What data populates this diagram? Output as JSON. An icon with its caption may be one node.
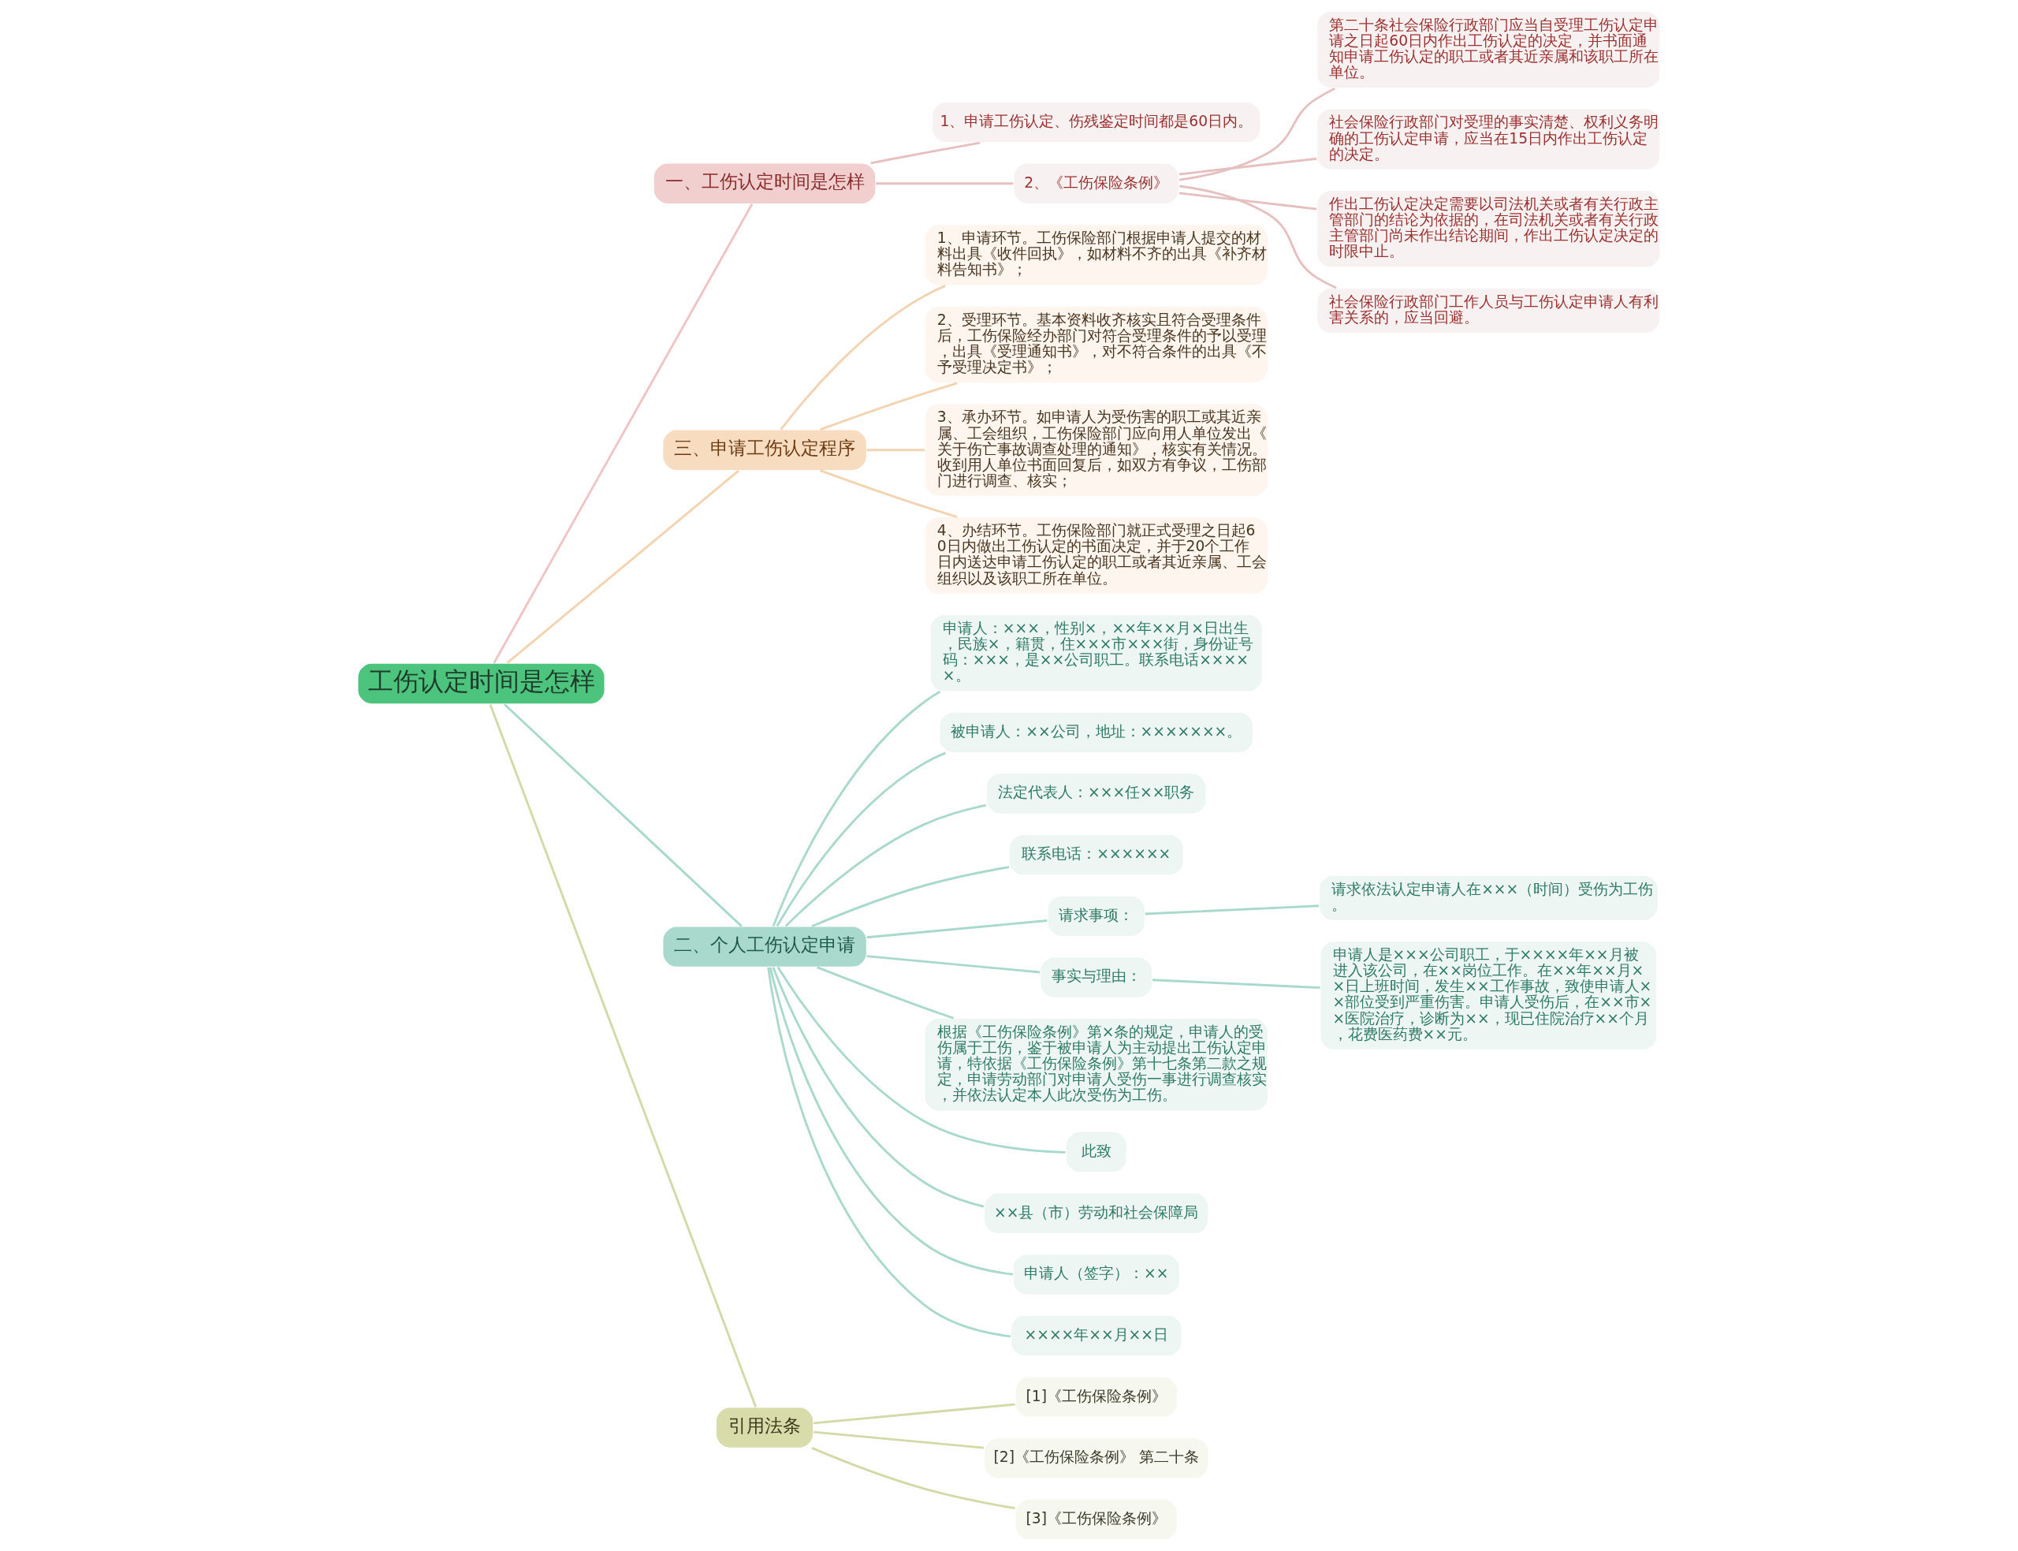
{
  "diagram": {
    "nodes": [
      {
        "text": [
          "工伤认定时间是怎样"
        ]
      },
      {
        "text": [
          "一、工伤认定时间是怎样"
        ]
      },
      {
        "text": [
          "1、申请工伤认定、伤残鉴定时间都是60日内。"
        ]
      },
      {
        "text": [
          "2、《工伤保险条例》"
        ]
      },
      {
        "text": [
          "第二十条社会保险行政部门应当自受理工伤认定申请之日起60日内作出工伤认定的决定，并书面通知申请工伤认定的职工或者其近亲属和该职工所在单位。"
        ]
      },
      {
        "text": [
          "社会保险行政部门对受理的事实清楚、权利义务明确的工伤认定申请，应当在15日内作出工伤认定的决定。"
        ]
      },
      {
        "text": [
          "作出工伤认定决定需要以司法机关或者有关行政主管部门的结论为依据的，在司法机关或者有关行政主管部门尚未作出结论期间，作出工伤认定决定的时限中止。"
        ]
      },
      {
        "text": [
          "社会保险行政部门工作人员与工伤认定申请人有利害关系的，应当回避。"
        ]
      },
      {
        "text": [
          "三、申请工伤认定程序"
        ]
      },
      {
        "text": [
          "1、申请环节。工伤保险部门根据申请人提交的材料出具《收件回执》，如材料不齐的出具《补齐材料告知书》；"
        ]
      },
      {
        "text": [
          "2、受理环节。基本资料收齐核实且符合受理条件后，工伤保险经办部门对符合受理条件的予以受理，出具《受理通知书》，对不符合条件的出具《不予受理决定书》；"
        ]
      },
      {
        "text": [
          "3、承办环节。如申请人为受伤害的职工或其近亲属、工会组织，工伤保险部门应向用人单位发出《关于伤亡事故调查处理的通知》，核实有关情况。收到用人单位书面回复后，如双方有争议，工伤部门进行调查、核实；"
        ]
      },
      {
        "text": [
          "4、办结环节。工伤保险部门就正式受理之日起60日内做出工伤认定的书面决定，并于20个工作日内送达申请工伤认定的职工或者其近亲属、工会组织以及该职工所在单位。"
        ]
      },
      {
        "text": [
          "二、个人工伤认定申请"
        ]
      },
      {
        "text": [
          "申请人：×××，性别×，××年××月×日出生，民族×，籍贯，住×××市×××街，身份证号码：×××，是××公司职工。联系电话×××××。"
        ]
      },
      {
        "text": [
          "被申请人：××公司，地址：×××××××。"
        ]
      },
      {
        "text": [
          "法定代表人：×××任××职务"
        ]
      },
      {
        "text": [
          "联系电话：××××××"
        ]
      },
      {
        "text": [
          "请求事项："
        ]
      },
      {
        "text": [
          "请求依法认定申请人在×××（时间）受伤为工伤。"
        ]
      },
      {
        "text": [
          "事实与理由："
        ]
      },
      {
        "text": [
          "申请人是×××公司职工，于××××年××月被进入该公司，在××岗位工作。在××年××月××日上班时间，发生××工作事故，致使申请人××部位受到严重伤害。申请人受伤后，在××市××医院治疗，诊断为××，现已住院治疗××个月，花费医药费××元。"
        ]
      },
      {
        "text": [
          "根据《工伤保险条例》第×条的规定，申请人的受伤属于工伤，鉴于被申请人为主动提出工伤认定申请，特依据《工伤保险条例》第十七条第二款之规定，申请劳动部门对申请人受伤一事进行调查核实，并依法认定本人此次受伤为工伤。"
        ]
      },
      {
        "text": [
          "此致"
        ]
      },
      {
        "text": [
          "××县（市）劳动和社会保障局"
        ]
      },
      {
        "text": [
          "申请人（签字）：××"
        ]
      },
      {
        "text": [
          "××××年××月××日"
        ]
      },
      {
        "text": [
          "引用法条"
        ]
      },
      {
        "text": [
          "[1]《工伤保险条例》"
        ]
      },
      {
        "text": [
          "[2]《工伤保险条例》 第二十条"
        ]
      },
      {
        "text": [
          "[3]《工伤保险条例》"
        ]
      }
    ],
    "edges": [
      {
        "from": 0,
        "to": 1,
        "arrow": "none",
        "color": "#f0c4c4"
      },
      {
        "from": 1,
        "to": 2,
        "arrow": "none",
        "color": "#e6c0c0"
      },
      {
        "from": 1,
        "to": 3,
        "arrow": "none",
        "color": "#e6c0c0"
      },
      {
        "from": 3,
        "to": 4,
        "arrow": "none",
        "color": "#e6c0c0"
      },
      {
        "from": 3,
        "to": 5,
        "arrow": "none",
        "color": "#e6c0c0"
      },
      {
        "from": 3,
        "to": 6,
        "arrow": "none",
        "color": "#e6c0c0"
      },
      {
        "from": 3,
        "to": 7,
        "arrow": "none",
        "color": "#e6c0c0"
      },
      {
        "from": 0,
        "to": 8,
        "arrow": "none",
        "color": "#f3d3b0"
      },
      {
        "from": 8,
        "to": 9,
        "arrow": "none",
        "color": "#f3d3b0"
      },
      {
        "from": 8,
        "to": 10,
        "arrow": "none",
        "color": "#f3d3b0"
      },
      {
        "from": 8,
        "to": 11,
        "arrow": "none",
        "color": "#f3d3b0"
      },
      {
        "from": 8,
        "to": 12,
        "arrow": "none",
        "color": "#f3d3b0"
      },
      {
        "from": 0,
        "to": 13,
        "arrow": "none"
      },
      {
        "from": 13,
        "to": 14,
        "arrow": "none"
      },
      {
        "from": 13,
        "to": 15,
        "arrow": "none"
      },
      {
        "from": 13,
        "to": 16,
        "arrow": "none"
      },
      {
        "from": 13,
        "to": 17,
        "arrow": "none"
      },
      {
        "from": 13,
        "to": 18,
        "arrow": "none"
      },
      {
        "from": 18,
        "to": 19,
        "arrow": "none"
      },
      {
        "from": 13,
        "to": 20,
        "arrow": "none"
      },
      {
        "from": 20,
        "to": 21,
        "arrow": "none"
      },
      {
        "from": 13,
        "to": 22,
        "arrow": "none"
      },
      {
        "from": 13,
        "to": 23,
        "arrow": "none"
      },
      {
        "from": 13,
        "to": 24,
        "arrow": "none"
      },
      {
        "from": 13,
        "to": 25,
        "arrow": "none"
      },
      {
        "from": 13,
        "to": 26,
        "arrow": "none"
      },
      {
        "from": 0,
        "to": 27,
        "arrow": "none",
        "color": "#d4d9a8"
      },
      {
        "from": 27,
        "to": 28,
        "arrow": "none",
        "color": "#d4d9a8"
      },
      {
        "from": 27,
        "to": 29,
        "arrow": "none",
        "color": "#d4d9a8"
      },
      {
        "from": 27,
        "to": 30,
        "arrow": "none",
        "color": "#d4d9a8"
      }
    ]
  }
}
